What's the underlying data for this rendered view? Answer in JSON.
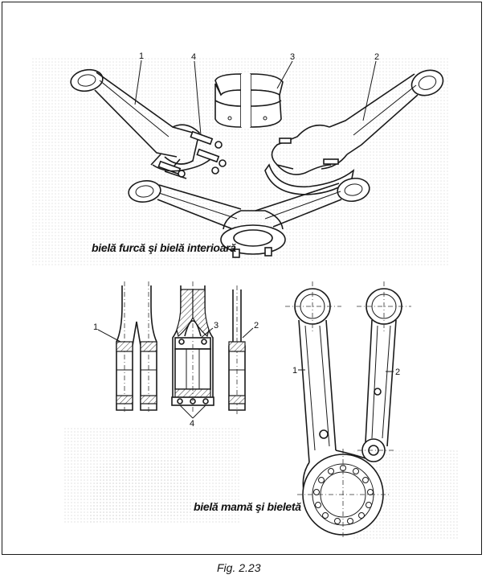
{
  "labels": {
    "top": [
      "1",
      "4",
      "3",
      "2"
    ],
    "bottom_left": [
      "1",
      "3",
      "2",
      "4"
    ],
    "bottom_right": [
      "1",
      "2"
    ]
  },
  "captions": {
    "top": "bielă furcă şi bielă interioară",
    "bottom": "bielă mamă şi bieletă"
  },
  "figure_label": "Fig. 2.23",
  "colors": {
    "line": "#1a1a1a",
    "background": "#ffffff",
    "halftone": "#d8d8d8"
  }
}
